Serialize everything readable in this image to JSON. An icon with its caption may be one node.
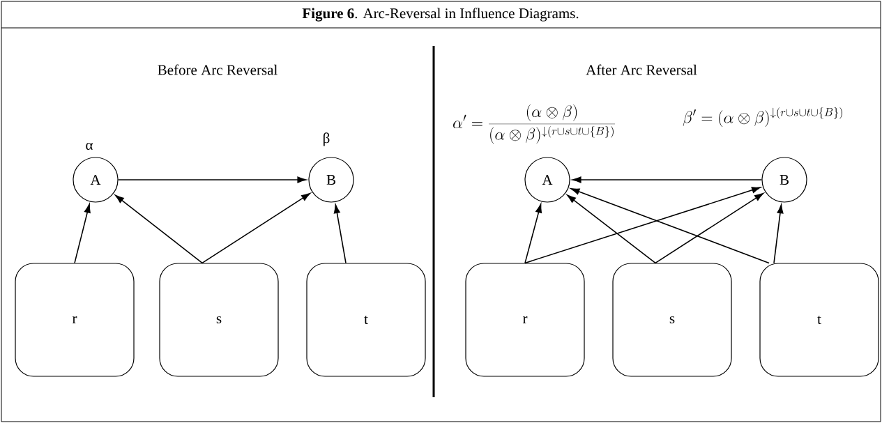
{
  "diagram": {
    "title": "**Figure 6**. Arc-Reversal in Influence Diagrams.",
    "nodes": [
      {
        "text": [
          "A"
        ],
        "beside": [
          "α"
        ]
      },
      {
        "text": [
          "B"
        ],
        "beside": [
          "β"
        ]
      },
      {
        "text": [
          "r"
        ]
      },
      {
        "text": [
          "s"
        ]
      },
      {
        "text": [
          "t"
        ]
      },
      {
        "text": [
          "A"
        ]
      },
      {
        "text": [
          "B"
        ]
      },
      {
        "text": [
          "r"
        ]
      },
      {
        "text": [
          "s"
        ]
      },
      {
        "text": [
          "t"
        ]
      }
    ],
    "edges": [
      {
        "from": 0,
        "to": 1,
        "arrow": "to"
      },
      {
        "from": 2,
        "to": 0,
        "arrow": "to"
      },
      {
        "from": 3,
        "to": 0,
        "arrow": "to"
      },
      {
        "from": 3,
        "to": 1,
        "arrow": "to"
      },
      {
        "from": 4,
        "to": 1,
        "arrow": "to"
      },
      {
        "from": 6,
        "to": 5,
        "arrow": "to"
      },
      {
        "from": 7,
        "to": 5,
        "arrow": "to"
      },
      {
        "from": 7,
        "to": 6,
        "arrow": "to"
      },
      {
        "from": 8,
        "to": 5,
        "arrow": "to"
      },
      {
        "from": 8,
        "to": 6,
        "arrow": "to"
      },
      {
        "from": 9,
        "to": 5,
        "arrow": "to"
      },
      {
        "from": 9,
        "to": 6,
        "arrow": "to"
      }
    ],
    "labels": [
      "Before Arc Reversal",
      "After Arc Reversal",
      "\\alpha' = \\frac{(\\alpha\\otimes\\beta)}{(\\alpha\\otimes\\beta)^{\\downarrow(r\\cup s\\cup t\\cup\\{B\\})}}",
      "\\beta' = (\\alpha\\otimes\\beta)^{\\downarrow(r\\cup s\\cup t\\cup\\{B\\})}"
    ]
  }
}
